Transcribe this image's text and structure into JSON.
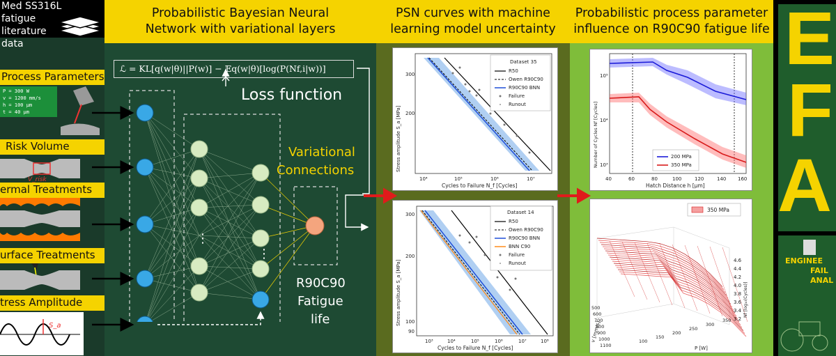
{
  "left": {
    "header": "Med SS316L fatigue literature data",
    "sections": [
      "Process Parameters",
      "Risk Volume",
      "ermal Treatments",
      "urface Treatments",
      "tress Amplitude"
    ],
    "param_lines": [
      "P = 300 W",
      "v = 1200 mm/s",
      "h = 100 μm",
      "t = 40 μm"
    ],
    "vrisk": "V_risk",
    "sa": "S_a"
  },
  "bnn": {
    "header_lines": [
      "Probabilistic Bayesian Neural",
      "Network with variational layers"
    ],
    "loss_formula": "ℒ = KL[q(w|θ)||P(w)] − 𝔼q(w|θ)[log(P(Nf,i|w))]",
    "loss_label": "Loss function",
    "variational_lines": [
      "Variational",
      "Connections"
    ],
    "output_lines": [
      "R90C90",
      "Fatigue",
      "life"
    ],
    "dots": "⋮"
  },
  "psn": {
    "header_lines": [
      "PSN curves with machine",
      "learning model uncertainty"
    ],
    "plot1": {
      "ylabel": "Stress amplitude S_a [MPa]",
      "xlabel": "Cycles to Failure N_f [Cycles]",
      "xticks": [
        "10⁴",
        "10⁵",
        "10⁶",
        "10⁷"
      ],
      "yticks": [
        "300",
        "200"
      ],
      "legend": [
        "Dataset 35",
        "R50",
        "Owen R90C90",
        "R90C90 BNN",
        "Failure",
        "Runout"
      ]
    },
    "plot2": {
      "ylabel": "Stress amplitude S_a [MPa]",
      "xlabel": "Cycles to Failure N_f [Cycles]",
      "xticks": [
        "10³",
        "10⁴",
        "10⁵",
        "10⁶",
        "10⁷",
        "10⁸"
      ],
      "yticks": [
        "300",
        "200",
        "100",
        "90"
      ],
      "legend": [
        "Dataset 14",
        "R50",
        "Owen R90C90",
        "R90C90 BNN",
        "BNN C90",
        "Failure",
        "Runout"
      ]
    }
  },
  "proc": {
    "header_lines": [
      "Probabilistic process parameter",
      "influence on R90C90 fatigue life"
    ],
    "plot1": {
      "ylabel": "Number of Cycles Nf [Cycles]",
      "xlabel": "Hatch Distance h [μm]",
      "xticks": [
        "40",
        "60",
        "80",
        "100",
        "120",
        "140",
        "160"
      ],
      "yticks": [
        "10⁵",
        "10⁴",
        "10³"
      ],
      "legend": [
        "200 MPa",
        "350 MPa"
      ]
    },
    "plot2": {
      "legend": "350 MPa",
      "v_label": "v [mm/s]",
      "p_label": "P [W]",
      "z_label": "Nf [log₁₀(Cycles)]",
      "v_ticks": [
        "500",
        "600",
        "700",
        "800",
        "900",
        "1000",
        "1100"
      ],
      "p_ticks": [
        "100",
        "150",
        "200",
        "250",
        "300",
        "350"
      ],
      "z_ticks": [
        "4.6",
        "4.4",
        "4.2",
        "4.0",
        "3.8",
        "3.6",
        "3.4",
        "3.2"
      ]
    }
  },
  "journal": {
    "letters": [
      "E",
      "F",
      "A"
    ],
    "title_lines": [
      "ENGINEE",
      "FAIL",
      "ANAL"
    ]
  },
  "colors": {
    "yellow": "#f5d300",
    "dark_green": "#1e4a33",
    "light_green": "#7fbd3a",
    "olive": "#5a6b1f",
    "journal_green": "#1f5d2c"
  }
}
